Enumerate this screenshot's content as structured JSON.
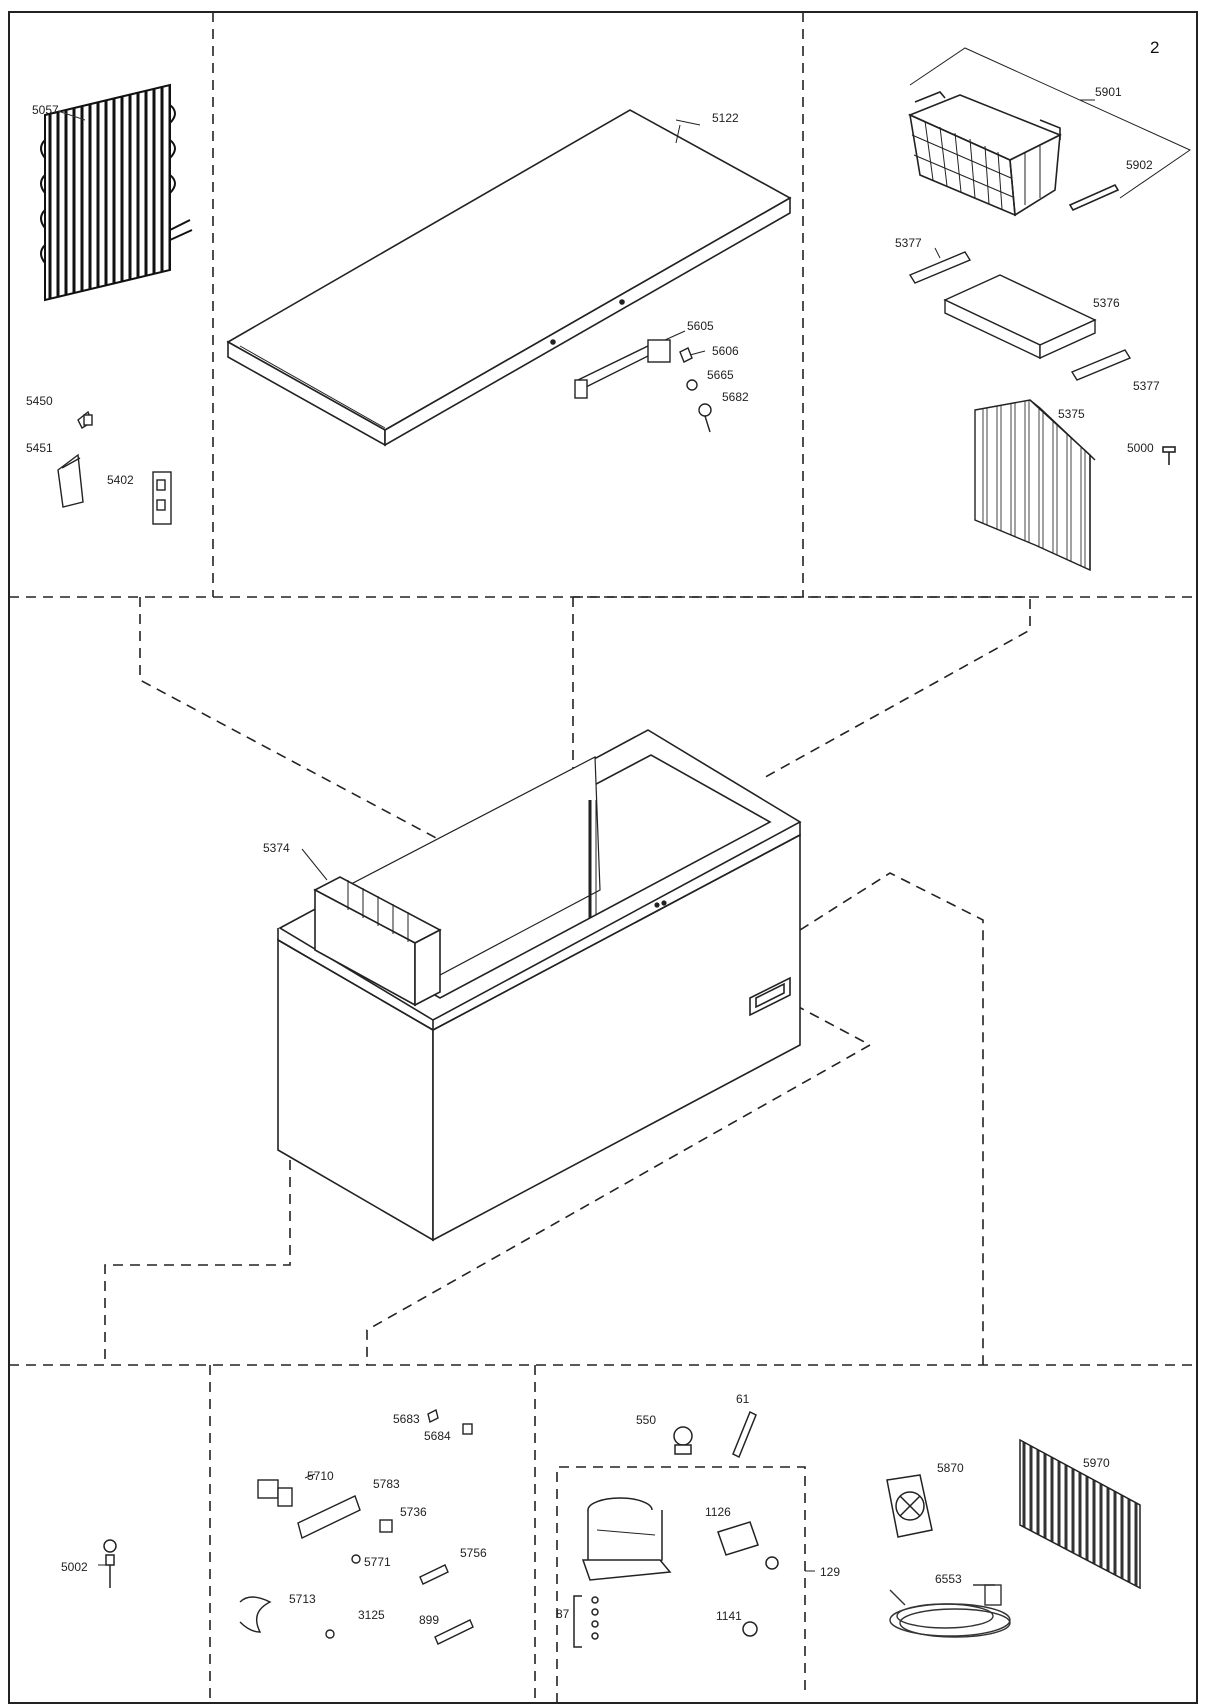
{
  "page_number": "2",
  "labels": {
    "p5057": "5057",
    "p5122": "5122",
    "p5901": "5901",
    "p5902": "5902",
    "p5377a": "5377",
    "p5376": "5376",
    "p5377b": "5377",
    "p5375": "5375",
    "p5000": "5000",
    "p5450": "5450",
    "p5451": "5451",
    "p5402": "5402",
    "p5605": "5605",
    "p5606": "5606",
    "p5665": "5665",
    "p5682": "5682",
    "p5374": "5374",
    "p5002": "5002",
    "p5683": "5683",
    "p5684": "5684",
    "p5710": "5710",
    "p5783": "5783",
    "p5736": "5736",
    "p5771": "5771",
    "p5756": "5756",
    "p5713": "5713",
    "p3125": "3125",
    "p899": "899",
    "p550": "550",
    "p61": "61",
    "p1126": "1126",
    "p129": "129",
    "p87": "87",
    "p1141": "1141",
    "p5870": "5870",
    "p5970": "5970",
    "p6553": "6553"
  }
}
